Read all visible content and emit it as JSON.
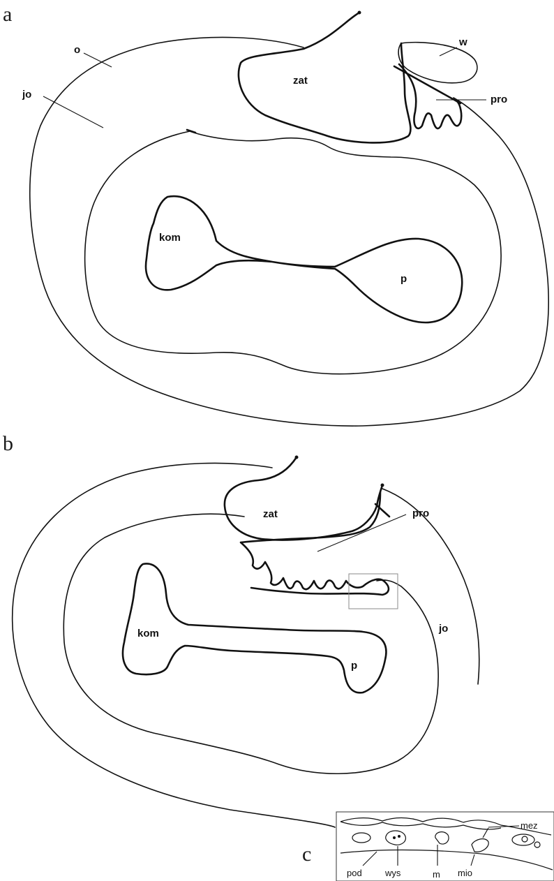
{
  "panels": {
    "a": {
      "letter": "a",
      "labels": {
        "o": "o",
        "jo": "jo",
        "zat": "zat",
        "w": "w",
        "pro": "pro",
        "kom": "kom",
        "p": "p"
      }
    },
    "b": {
      "letter": "b",
      "labels": {
        "zat": "zat",
        "pro": "pro",
        "jo": "jo",
        "kom": "kom",
        "p": "p"
      }
    },
    "c": {
      "letter": "c",
      "labels": {
        "mez": "mez",
        "pod": "pod",
        "wys": "wys",
        "m": "m",
        "mio": "mio"
      }
    }
  }
}
